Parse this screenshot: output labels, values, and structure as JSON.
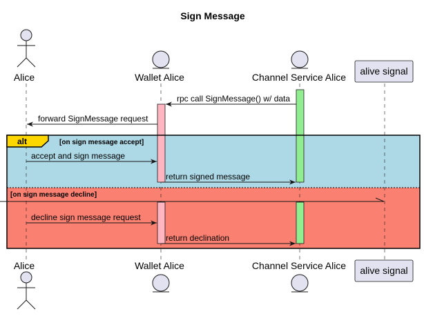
{
  "title": "Sign Message",
  "participants": {
    "alice": {
      "name": "Alice"
    },
    "wallet": {
      "name": "Wallet Alice"
    },
    "channel": {
      "name": "Channel Service Alice"
    },
    "signal": {
      "name": "alive signal"
    }
  },
  "messages": {
    "rpc_call": "rpc call SignMessage() w/ data",
    "forward_request": "forward SignMessage request",
    "accept_sign": "accept and sign message",
    "return_signed": "return signed message",
    "decline_request": "decline sign message request",
    "return_declination": "return declination"
  },
  "alt_group": {
    "keyword": "alt",
    "accept_condition": "[on sign message accept]",
    "decline_condition": "[on sign message decline]"
  },
  "colors": {
    "accept_bg": "#ADD8E6",
    "decline_bg": "#FA8072",
    "alt_tab": "#FFD700",
    "wallet_activation": "#FFB6C1",
    "channel_activation": "#90EE90",
    "participant_fill": "#E2E2F0",
    "participant_border": "#181818"
  }
}
